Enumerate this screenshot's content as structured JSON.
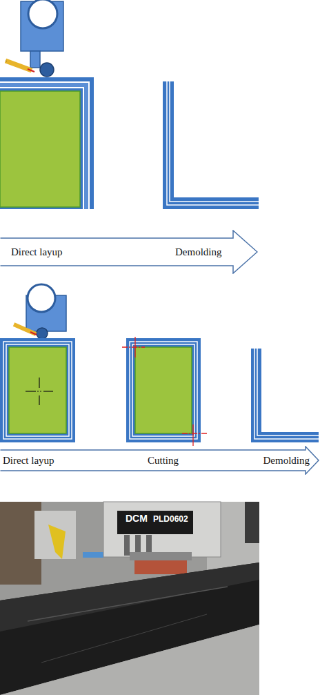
{
  "diagram": {
    "nodes": [
      {
        "text": [
          "Direct layup",
          "Demolding"
        ]
      },
      {
        "text": [
          "Direct layup",
          "Cutting",
          "Demolding"
        ]
      }
    ],
    "labels": [
      "DCM",
      "PLD0602"
    ]
  }
}
